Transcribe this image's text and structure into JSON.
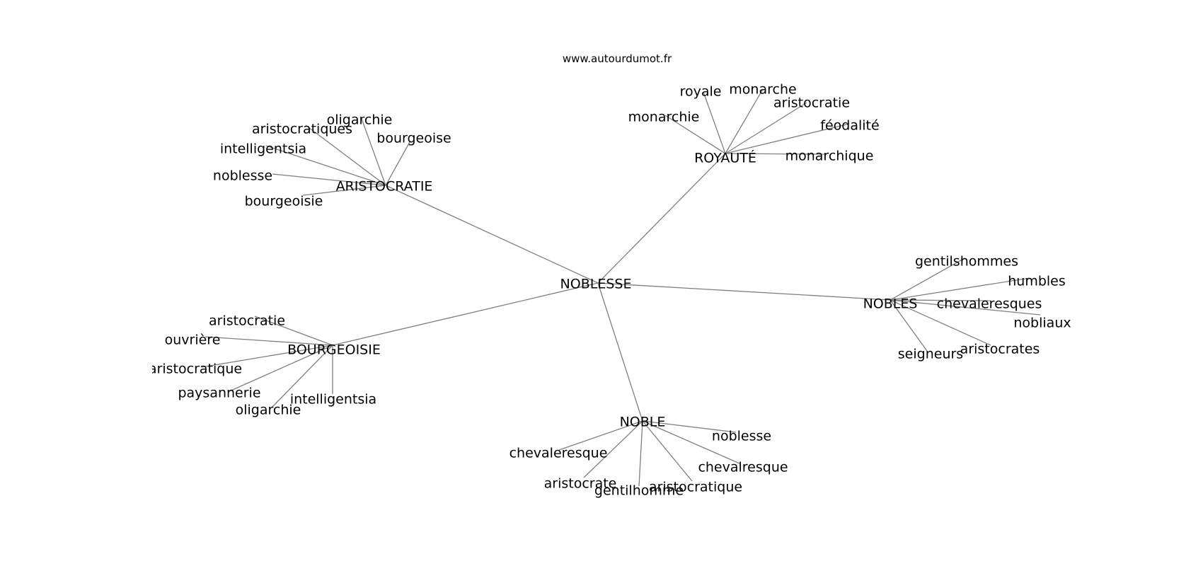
{
  "source_url": "www.autourdumot.fr",
  "graph": {
    "center": "NOBLESSE",
    "clusters": [
      {
        "label": "ARISTOCRATIE",
        "leaves": [
          "oligarchie",
          "aristocratiques",
          "bourgeoise",
          "intelligentsia",
          "noblesse",
          "bourgeoisie"
        ]
      },
      {
        "label": "ROYAUTÉ",
        "leaves": [
          "royale",
          "monarche",
          "aristocratie",
          "monarchie",
          "féodalité",
          "monarchique"
        ]
      },
      {
        "label": "NOBLES",
        "leaves": [
          "gentilshommes",
          "humbles",
          "chevaleresques",
          "nobliaux",
          "aristocrates",
          "seigneurs"
        ]
      },
      {
        "label": "BOURGEOISIE",
        "leaves": [
          "aristocratie",
          "ouvrière",
          "aristocratique",
          "paysannerie",
          "intelligentsia",
          "oligarchie"
        ]
      },
      {
        "label": "NOBLE",
        "leaves": [
          "noblesse",
          "chevaleresque",
          "chevalresque",
          "aristocrate",
          "gentilhomme",
          "aristocratique"
        ]
      }
    ]
  }
}
